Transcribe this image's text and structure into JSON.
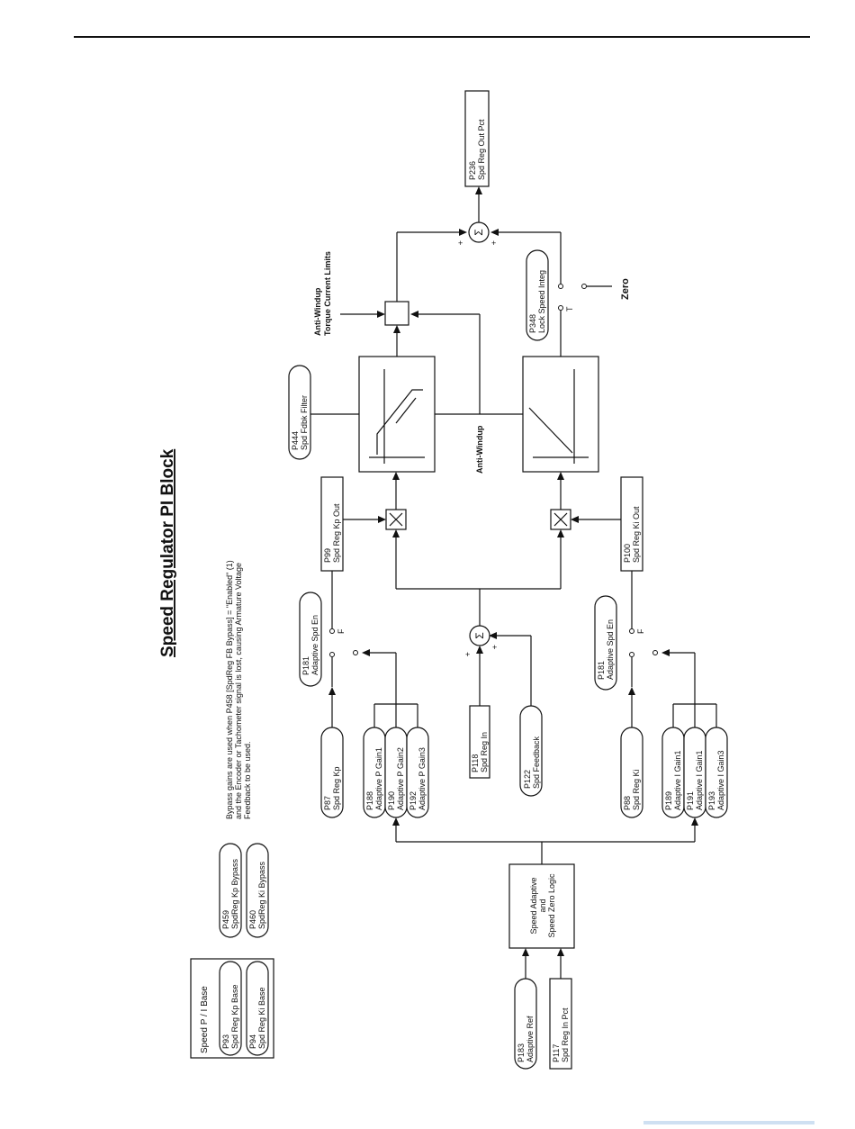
{
  "title": "Speed Regulator PI Block",
  "note": [
    "Bypass gains are used when P458 [SpdReg FB Bypass] = \"Enabled\" (1)",
    "and the Encoder or Tachometer signal is lost, causing Armature Voltage",
    "Feedback to be used."
  ],
  "base_group": {
    "title": "Speed P / I Base",
    "kp": {
      "num": "P93",
      "name": "Spd Reg Kp Base"
    },
    "ki": {
      "num": "P94",
      "name": "Spd Reg Ki Base"
    }
  },
  "bypass": [
    {
      "num": "P459",
      "name": "SpdReg Kp Bypass"
    },
    {
      "num": "P460",
      "name": "SpdReg Ki Bypass"
    }
  ],
  "inputs": {
    "adaptive_ref": {
      "num": "P183",
      "name": "Adaptive Ref"
    },
    "spd_reg_in_pct": {
      "num": "P117",
      "name": "Spd Reg In Pct"
    },
    "logic": [
      "Speed Adaptive",
      "and",
      "Speed Zero Logic"
    ],
    "kp": {
      "num": "P87",
      "name": "Spd Reg Kp"
    },
    "p_gains": [
      {
        "num": "P188",
        "name": "Adaptive P Gain1"
      },
      {
        "num": "P190",
        "name": "Adaptive P Gain2"
      },
      {
        "num": "P192",
        "name": "Adaptive P Gain3"
      }
    ],
    "ki": {
      "num": "P88",
      "name": "Spd Reg Ki"
    },
    "i_gains": [
      {
        "num": "P189",
        "name": "Adaptive I Gain1"
      },
      {
        "num": "P191",
        "name": "Adaptive I Gain1"
      },
      {
        "num": "P193",
        "name": "Adaptive I Gain3"
      }
    ],
    "spd_reg_in": {
      "num": "P118",
      "name": "Spd Reg In"
    },
    "spd_feedback": {
      "num": "P122",
      "name": "Spd Feedback"
    }
  },
  "adaptive_en_p": {
    "num": "P181",
    "name": "Adaptive Spd En",
    "switch": "F"
  },
  "adaptive_en_i": {
    "num": "P181",
    "name": "Adaptive Spd En",
    "switch": "F"
  },
  "kp_out": {
    "num": "P99",
    "name": "Spd Reg Kp Out"
  },
  "ki_out": {
    "num": "P100",
    "name": "Spd Reg Ki Out"
  },
  "fdbk_filter": {
    "num": "P444",
    "name": "Spd Fdbk Filter"
  },
  "anti_windup": "Anti-Windup",
  "anti_windup_limits": [
    "Anti-Windup",
    "Torque Current Limits"
  ],
  "lock_integ": {
    "num": "P348",
    "name": "Lock Speed Integ",
    "switch": "T"
  },
  "zero": "Zero",
  "output": {
    "num": "P236",
    "name": "Spd Reg Out Pct"
  },
  "sigma": "Σ",
  "plus": "+"
}
